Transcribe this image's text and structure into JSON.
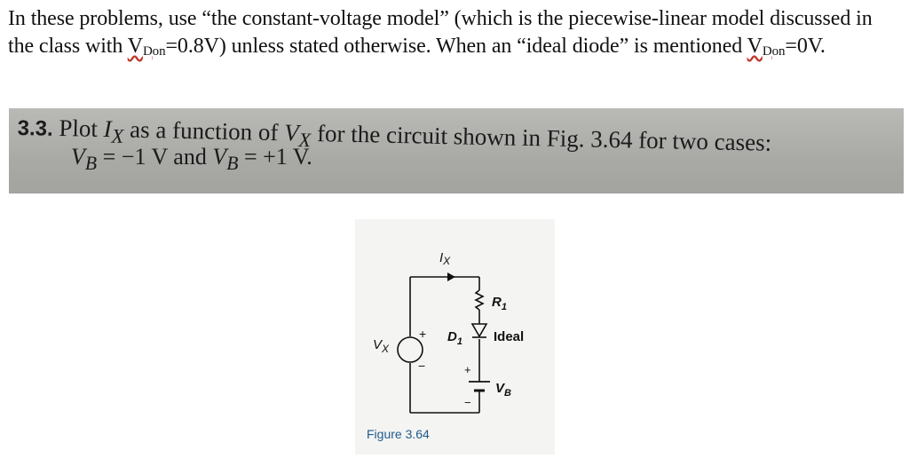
{
  "intro": {
    "part1": "In these problems, use “the constant-voltage model” (which is the piecewise-linear model discussed in the class with ",
    "vd_main": "V",
    "vd_sub": "Don",
    "part2": "=0.8V) unless stated otherwise. When an “ideal diode” is mentioned ",
    "part3": "=0V."
  },
  "problem": {
    "number": "3.3.",
    "text_a": " Plot ",
    "ix": "I",
    "ix_sub": "X",
    "text_b": " as a function of ",
    "vx": "V",
    "vx_sub": "X",
    "text_c": " for the circuit shown in Fig. 3.64 for two cases:",
    "vb1": "V",
    "vb_sub": "B",
    "case1": " = −1 V and ",
    "case2": " = +1 V."
  },
  "figure": {
    "ix_label": "I",
    "ix_sub": "X",
    "r1_label": "R",
    "r1_sub": "1",
    "d1_label": "D",
    "d1_sub": "1",
    "ideal_label": "Ideal",
    "vx_label": "V",
    "vx_sub": "X",
    "vb_label": "V",
    "vb_sub": "B",
    "plus": "+",
    "minus": "−",
    "caption": "Figure 3.64"
  }
}
